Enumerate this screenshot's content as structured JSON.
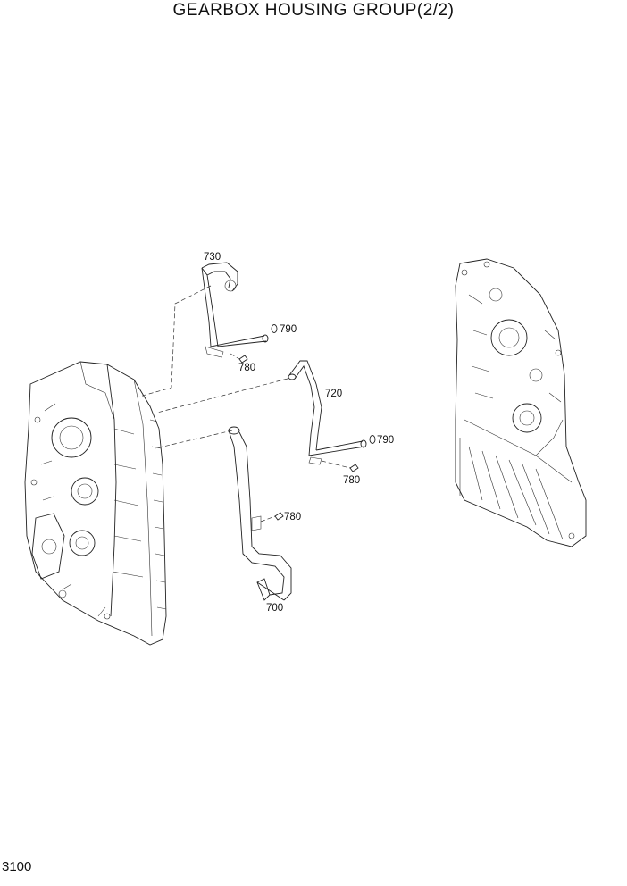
{
  "title": "GEARBOX HOUSING GROUP(2/2)",
  "page_number": "3100",
  "parts": [
    {
      "ref": "730"
    },
    {
      "ref": "790"
    },
    {
      "ref": "780"
    },
    {
      "ref": "720"
    },
    {
      "ref": "790"
    },
    {
      "ref": "780"
    },
    {
      "ref": "780"
    },
    {
      "ref": "700"
    }
  ]
}
